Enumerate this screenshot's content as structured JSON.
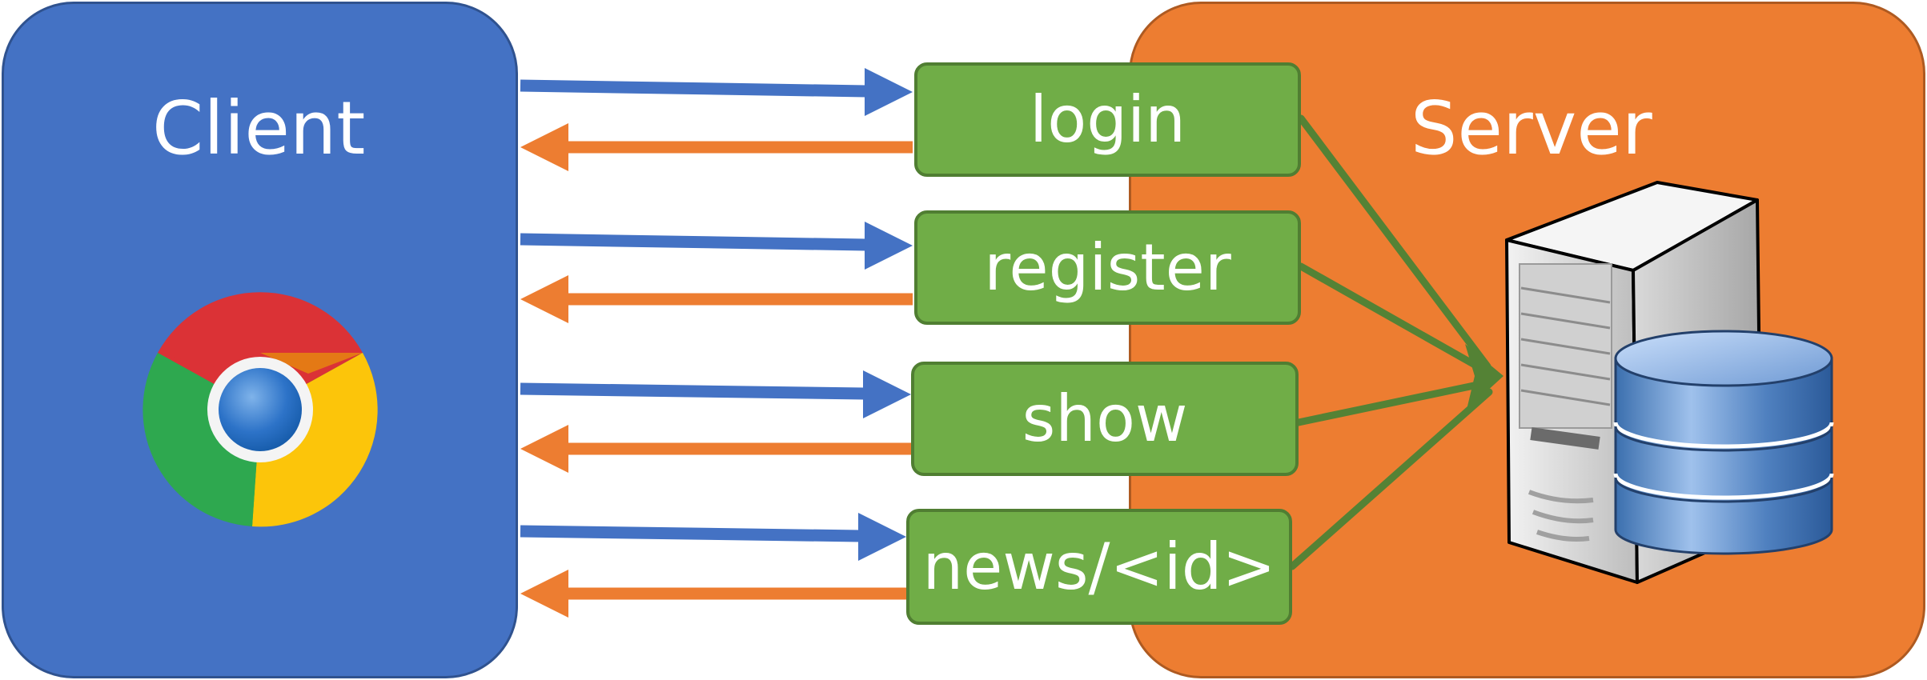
{
  "client": {
    "title": "Client",
    "browser_icon": "chrome-browser-icon"
  },
  "server": {
    "title": "Server",
    "icons": [
      "server-tower-icon",
      "database-icon"
    ]
  },
  "routes": [
    {
      "label": "login"
    },
    {
      "label": "register"
    },
    {
      "label": "show"
    },
    {
      "label": "news/<id>"
    }
  ],
  "colors": {
    "client": "#4472c4",
    "server": "#ed7d31",
    "route": "#70ad47",
    "request_arrow": "#4472c4",
    "response_arrow": "#ed7d31",
    "route_link": "#548235"
  }
}
